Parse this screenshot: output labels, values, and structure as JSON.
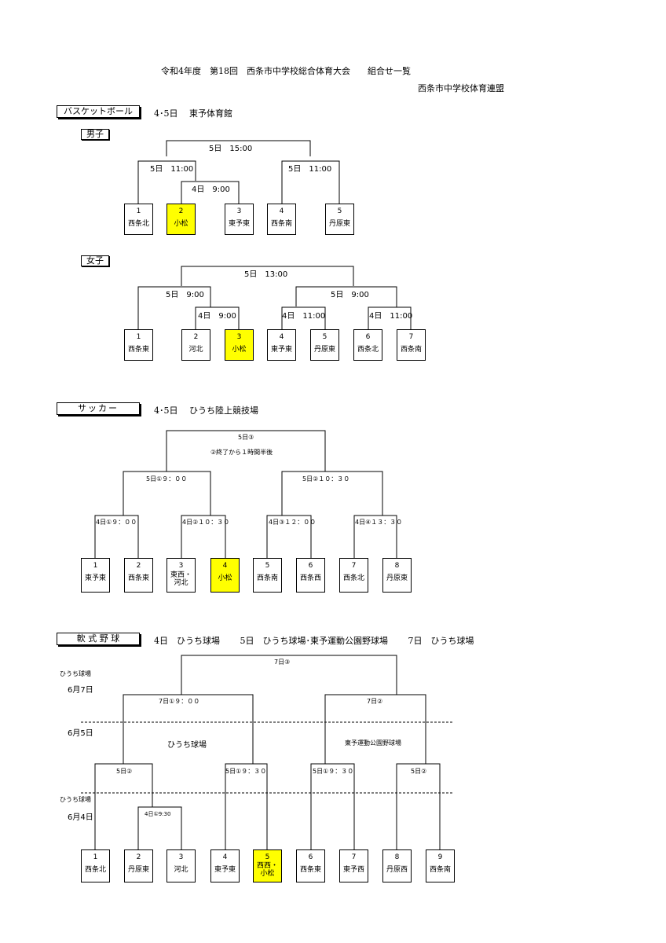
{
  "title": "令和4年度　第18回　西条市中学校総合体育大会　　組合せ一覧",
  "organizer": "西条市中学校体育連盟",
  "basketball": {
    "sport": "バスケットボール",
    "info": "4･5日　 東予体育館",
    "boys": {
      "label": "男子",
      "rounds": {
        "final": "5日　15:00",
        "semi_left": "5日　11:00",
        "semi_right": "5日　11:00",
        "first": "4日　9:00"
      },
      "teams": [
        {
          "num": "1",
          "name": "西条北",
          "hl": false
        },
        {
          "num": "2",
          "name": "小松",
          "hl": true
        },
        {
          "num": "3",
          "name": "東予東",
          "hl": false
        },
        {
          "num": "4",
          "name": "西条南",
          "hl": false
        },
        {
          "num": "5",
          "name": "丹原東",
          "hl": false
        }
      ]
    },
    "girls": {
      "label": "女子",
      "rounds": {
        "final": "5日　13:00",
        "semi_left": "5日　9:00",
        "semi_right": "5日　9:00",
        "q1": "4日　9:00",
        "q2": "4日　11:00",
        "q3": "4日　11:00"
      },
      "teams": [
        {
          "num": "1",
          "name": "西条東",
          "hl": false
        },
        {
          "num": "2",
          "name": "河北",
          "hl": false
        },
        {
          "num": "3",
          "name": "小松",
          "hl": true
        },
        {
          "num": "4",
          "name": "東予東",
          "hl": false
        },
        {
          "num": "5",
          "name": "丹原東",
          "hl": false
        },
        {
          "num": "6",
          "name": "西条北",
          "hl": false
        },
        {
          "num": "7",
          "name": "西条南",
          "hl": false
        }
      ]
    }
  },
  "soccer": {
    "sport": "サッカー",
    "info": "4･5日　 ひうち陸上競技場",
    "rounds": {
      "final": "5日③",
      "final_note": "②終了から１時間半後",
      "semi_left": "5日①９：００",
      "semi_right": "5日②１０：３０",
      "q1": "4日①９：００",
      "q2": "4日②１０：３０",
      "q3": "4日③１２：００",
      "q4": "4日④１３：３０"
    },
    "teams": [
      {
        "num": "1",
        "name": "東予東",
        "hl": false
      },
      {
        "num": "2",
        "name": "西条東",
        "hl": false
      },
      {
        "num": "3",
        "name": "東西・\n河北",
        "hl": false
      },
      {
        "num": "4",
        "name": "小松",
        "hl": true
      },
      {
        "num": "5",
        "name": "西条南",
        "hl": false
      },
      {
        "num": "6",
        "name": "西条西",
        "hl": false
      },
      {
        "num": "7",
        "name": "西条北",
        "hl": false
      },
      {
        "num": "8",
        "name": "丹原東",
        "hl": false
      }
    ]
  },
  "baseball": {
    "sport": "軟 式 野 球",
    "info": "4日　ひうち球場　　 5日　ひうち球場･東予運動公園野球場　　 7日　ひうち球場",
    "side": {
      "venue7": "ひうち球場",
      "date7": "6月7日",
      "date5": "6月5日",
      "venue4": "ひうち球場",
      "date4": "6月4日"
    },
    "venues": {
      "left": "ひうち球場",
      "right": "東予運動公園野球場"
    },
    "rounds": {
      "final": "7日③",
      "semi_left": "7日①９：００",
      "semi_right": "7日②",
      "q1": "5日②",
      "q2": "5日①９：３０",
      "q3": "5日①９：３０",
      "q4": "5日②",
      "first": "4日①9:30"
    },
    "teams": [
      {
        "num": "1",
        "name": "西条北",
        "hl": false
      },
      {
        "num": "2",
        "name": "丹原東",
        "hl": false
      },
      {
        "num": "3",
        "name": "河北",
        "hl": false
      },
      {
        "num": "4",
        "name": "東予東",
        "hl": false
      },
      {
        "num": "5",
        "name": "西西・\n小松",
        "hl": true
      },
      {
        "num": "6",
        "name": "西条東",
        "hl": false
      },
      {
        "num": "7",
        "name": "東予西",
        "hl": false
      },
      {
        "num": "8",
        "name": "丹原西",
        "hl": false
      },
      {
        "num": "9",
        "name": "西条南",
        "hl": false
      }
    ]
  }
}
